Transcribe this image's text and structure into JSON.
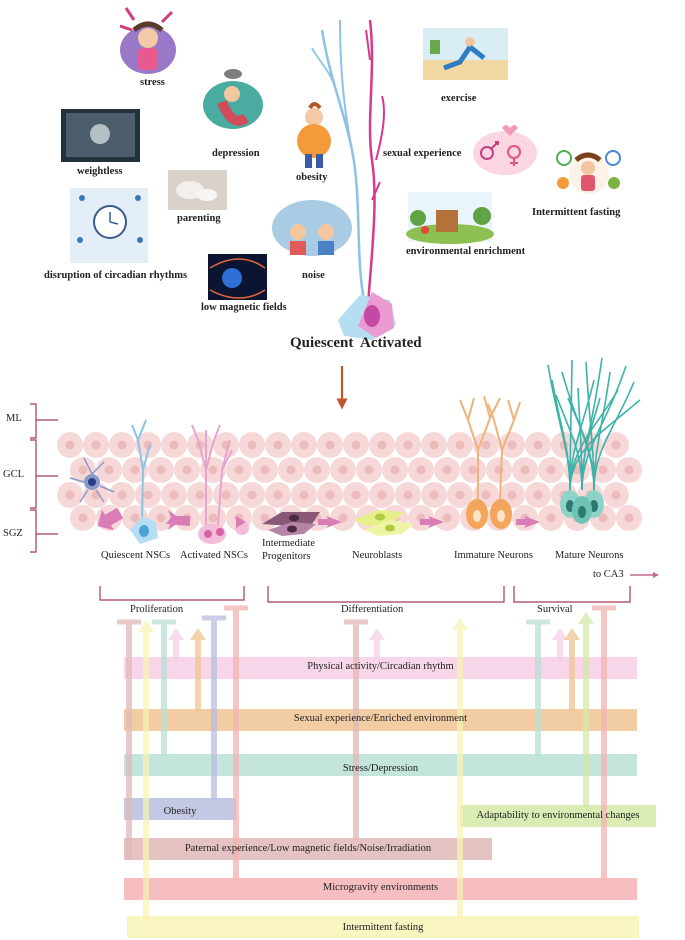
{
  "factors": {
    "stress": "stress",
    "depression": "depression",
    "obesity": "obesity",
    "weightless": "weightless",
    "parenting": "parenting",
    "circadian": "disruption of circadian rhythms",
    "noise": "noise",
    "magnetic": "low magnetic fields",
    "exercise": "exercise",
    "sexual": "sexual experience",
    "fasting": "Intermittent fasting",
    "enrichment": "environmental enrichment"
  },
  "state_title": "Quiescent  Activated",
  "layers": {
    "ml": "ML",
    "gcl": "GCL",
    "sgz": "SGZ"
  },
  "stages": {
    "quiescent": "Quiescent NSCs",
    "activated": "Activated NSCs",
    "intermediate": "Intermediate\nProgenitors",
    "neuroblasts": "Neuroblasts",
    "immature": "Immature Neurons",
    "mature": "Mature Neurons",
    "ca3": "to CA3"
  },
  "phases": {
    "proliferation": "Proliferation",
    "differentiation": "Differentiation",
    "survival": "Survival"
  },
  "bands": {
    "physical": "Physical activity/Circadian rhythm",
    "sexual": "Sexual experience/Enriched environment",
    "stress": "Stress/Depression",
    "obesity": "Obesity",
    "adaptability": "Adaptability to environmental changes",
    "paternal": "Paternal experience/Low magnetic fields/Noise/Irradiation",
    "microgravity": "Microgravity environments",
    "fasting": "Intermittent fasting"
  },
  "colors": {
    "physical": "#f6cfe6",
    "sexual": "#f0c493",
    "stress": "#b9e0d6",
    "obesity": "#b9bedf",
    "adaptability": "#d3e9a6",
    "paternal": "#e2b8b8",
    "microgravity": "#f4b3b3",
    "fasting": "#f7f3b5",
    "bracket": "#a33a55",
    "arrow": "#c1542e"
  }
}
